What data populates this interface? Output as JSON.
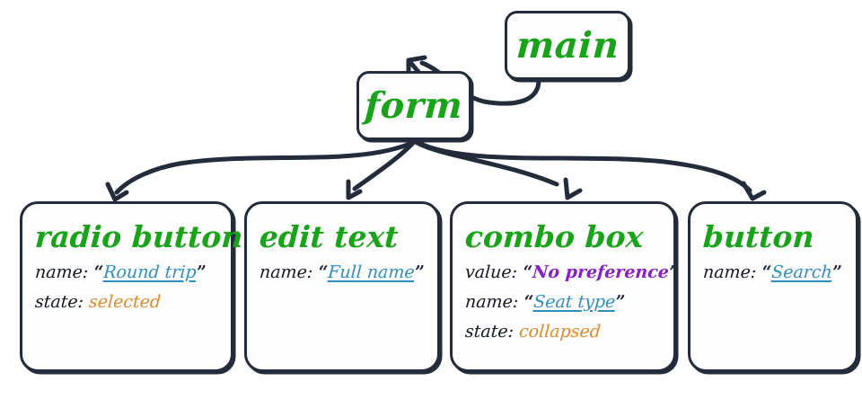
{
  "diagram": {
    "type": "accessibility-tree",
    "background_color": "#ffffff",
    "stroke_color": "#232c3b",
    "title_color": "#18a318",
    "link_color": "#2e8fbe",
    "value_color": "#8a1ecb",
    "state_color": "#e08a28"
  },
  "nodes": {
    "main": {
      "title": "main"
    },
    "form": {
      "title": "form"
    },
    "radio_button": {
      "title": "radio button",
      "props": [
        {
          "key": "name:",
          "value": "Round trip",
          "style": "link",
          "quoted": true
        },
        {
          "key": "state:",
          "value": "selected",
          "style": "state",
          "quoted": false
        }
      ]
    },
    "edit_text": {
      "title": "edit text",
      "props": [
        {
          "key": "name:",
          "value": "Full name",
          "style": "link",
          "quoted": true
        }
      ]
    },
    "combo_box": {
      "title": "combo box",
      "props": [
        {
          "key": "value:",
          "value": "No preference",
          "style": "value",
          "quoted": true
        },
        {
          "key": "name:",
          "value": "Seat type",
          "style": "link",
          "quoted": true
        },
        {
          "key": "state:",
          "value": "collapsed",
          "style": "state",
          "quoted": false
        }
      ]
    },
    "button": {
      "title": "button",
      "props": [
        {
          "key": "name:",
          "value": "Search",
          "style": "link",
          "quoted": true
        }
      ]
    }
  },
  "edges": [
    {
      "from": "main",
      "to": "form"
    },
    {
      "from": "form",
      "to": "radio_button"
    },
    {
      "from": "form",
      "to": "edit_text"
    },
    {
      "from": "form",
      "to": "combo_box"
    },
    {
      "from": "form",
      "to": "button"
    }
  ],
  "quotes": {
    "open": "“",
    "close": "”"
  }
}
